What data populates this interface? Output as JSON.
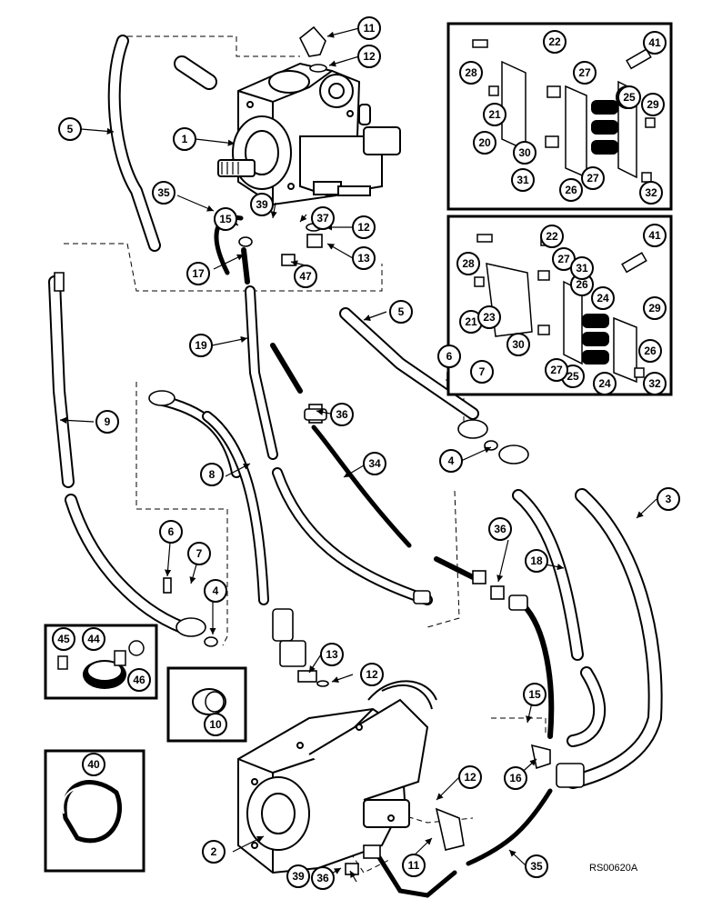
{
  "diagram": {
    "reference_code": "RS00620A",
    "callouts": [
      "1",
      "2",
      "3",
      "4",
      "4",
      "5",
      "5",
      "6",
      "6",
      "7",
      "7",
      "8",
      "9",
      "10",
      "11",
      "11",
      "12",
      "12",
      "12",
      "12",
      "13",
      "13",
      "15",
      "15",
      "16",
      "17",
      "18",
      "19",
      "20",
      "21",
      "21",
      "22",
      "22",
      "23",
      "24",
      "24",
      "24",
      "25",
      "25",
      "26",
      "26",
      "26",
      "27",
      "27",
      "27",
      "27",
      "28",
      "28",
      "29",
      "29",
      "30",
      "30",
      "31",
      "31",
      "32",
      "32",
      "34",
      "35",
      "35",
      "36",
      "36",
      "36",
      "37",
      "39",
      "39",
      "40",
      "41",
      "41",
      "44",
      "45",
      "46",
      "47"
    ]
  }
}
